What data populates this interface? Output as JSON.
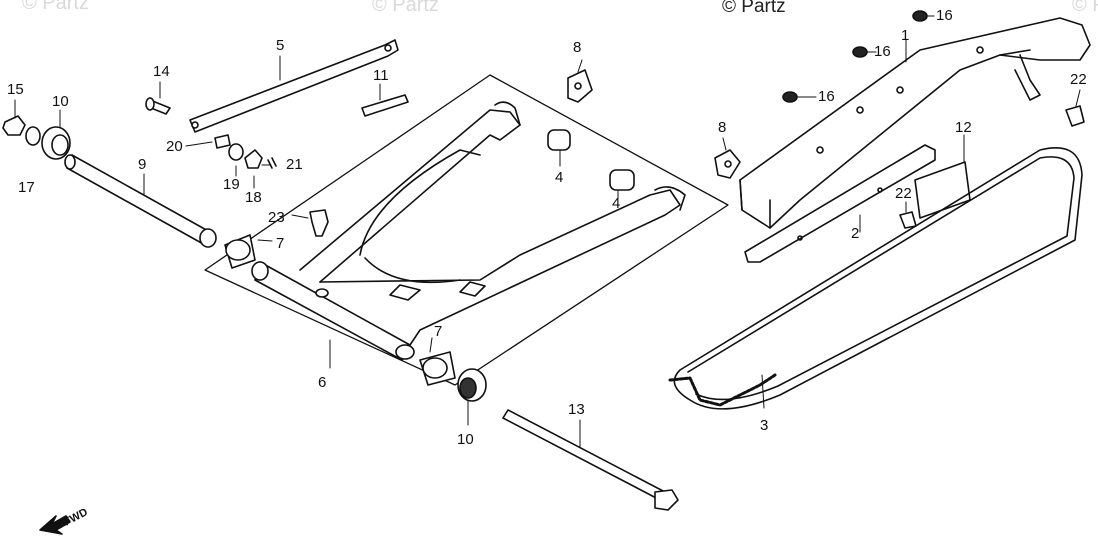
{
  "watermarks": [
    "© Partz",
    "© Partz",
    "© Partz",
    "© Partz"
  ],
  "fwd_label": "FWD",
  "callouts": {
    "c1": "1",
    "c2": "2",
    "c3": "3",
    "c4a": "4",
    "c4b": "4",
    "c5": "5",
    "c6": "6",
    "c7a": "7",
    "c7b": "7",
    "c8a": "8",
    "c8b": "8",
    "c9": "9",
    "c10a": "10",
    "c10b": "10",
    "c11": "11",
    "c12": "12",
    "c13": "13",
    "c14": "14",
    "c15": "15",
    "c16a": "16",
    "c16b": "16",
    "c16c": "16",
    "c17": "17",
    "c18": "18",
    "c19": "19",
    "c20": "20",
    "c21": "21",
    "c22a": "22",
    "c22b": "22",
    "c23": "23"
  },
  "colors": {
    "ink": "#111111",
    "paper": "#ffffff",
    "watermark": "#d9d9d9"
  }
}
